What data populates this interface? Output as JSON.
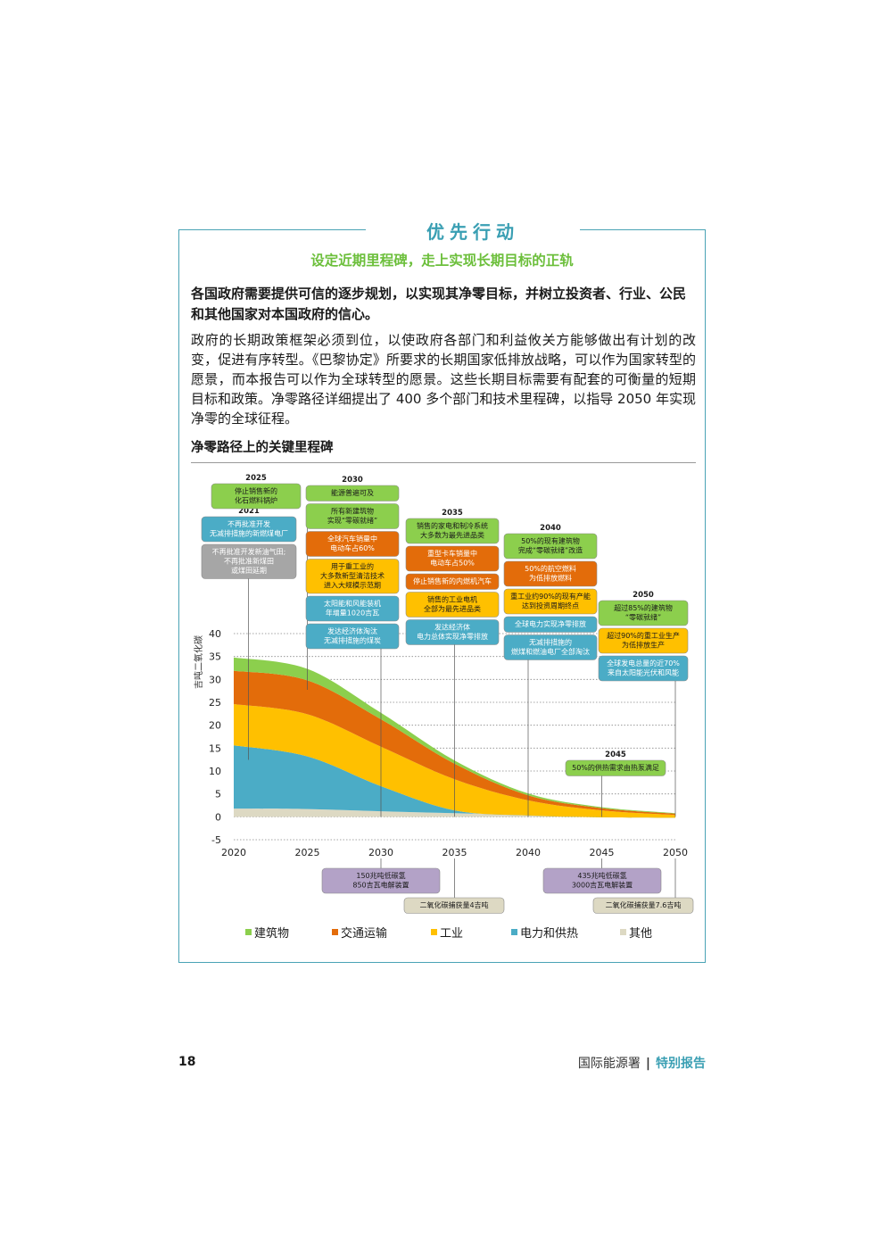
{
  "header": {
    "title": "优先行动",
    "subtitle": "设定近期里程碑，走上实现长期目标的正轨"
  },
  "lead": "各国政府需要提供可信的逐步规划，以实现其净零目标，并树立投资者、行业、公民和其他国家对本国政府的信心。",
  "body": "政府的长期政策框架必须到位，以使政府各部门和利益攸关方能够做出有计划的改变，促进有序转型。《巴黎协定》所要求的长期国家低排放战略，可以作为国家转型的愿景，而本报告可以作为全球转型的愿景。这些长期目标需要有配套的可衡量的短期目标和政策。净零路径详细提出了 400 多个部门和技术里程碑，以指导 2050 年实现净零的全球征程。",
  "chart_title": "净零路径上的关键里程碑",
  "colors": {
    "buildings": "#8ccf4d",
    "transport": "#e36c0a",
    "industry": "#ffc000",
    "power": "#4bacc6",
    "other": "#ddd9c3",
    "grey": "#a6a6a6",
    "purple": "#b3a2c7",
    "tan": "#ddd9c3",
    "accent": "#3a9fb3"
  },
  "chart_data": {
    "type": "area",
    "ylabel": "吉吨二氧化碳",
    "ylim": [
      -5,
      40
    ],
    "yticks": [
      "-5",
      "0",
      "5",
      "10",
      "15",
      "20",
      "25",
      "30",
      "35",
      "40"
    ],
    "xticks": [
      "2020",
      "2025",
      "2030",
      "2035",
      "2040",
      "2045",
      "2050"
    ],
    "x": [
      2020,
      2025,
      2030,
      2035,
      2040,
      2045,
      2050
    ],
    "series": [
      {
        "name": "其他",
        "key": "other",
        "values": [
          1.8,
          1.7,
          1.2,
          0.8,
          0.5,
          0.3,
          0.2
        ]
      },
      {
        "name": "电力和供热",
        "key": "power",
        "values": [
          13.8,
          11.5,
          5.5,
          0.6,
          -0.2,
          -0.4,
          -0.4
        ]
      },
      {
        "name": "工业",
        "key": "industry",
        "values": [
          9.0,
          9.2,
          8.6,
          6.8,
          3.3,
          1.5,
          0.6
        ]
      },
      {
        "name": "交通运输",
        "key": "transport",
        "values": [
          7.3,
          7.4,
          6.0,
          3.4,
          1.1,
          0.5,
          0.3
        ]
      },
      {
        "name": "建筑物",
        "key": "buildings",
        "values": [
          2.9,
          2.5,
          1.4,
          0.7,
          0.4,
          0.2,
          0.1
        ]
      }
    ],
    "milestones_top": [
      {
        "year": "2021",
        "items": [
          {
            "text": [
              "不再批准开发",
              "无减排措施的新燃煤电厂"
            ],
            "color": "power"
          },
          {
            "text": [
              "不再批准开发新油气田;",
              "不再批准新煤田",
              "或煤田延期"
            ],
            "color": "grey"
          }
        ]
      },
      {
        "year": "2025",
        "items": [
          {
            "text": [
              "停止销售新的",
              "化石燃料锅炉"
            ],
            "color": "buildings"
          }
        ]
      },
      {
        "year": "2030",
        "items": [
          {
            "text": [
              "能源普遍可及"
            ],
            "color": "buildings"
          },
          {
            "text": [
              "所有新建筑物",
              "实现“零碳就绪”"
            ],
            "color": "buildings"
          },
          {
            "text": [
              "全球汽车销量中",
              "电动车占60%"
            ],
            "color": "transport"
          },
          {
            "text": [
              "用于重工业的",
              "大多数新型清洁技术",
              "进入大规模示范期"
            ],
            "color": "industry"
          },
          {
            "text": [
              "太阳能和风能装机",
              "年增量1020吉瓦"
            ],
            "color": "power"
          },
          {
            "text": [
              "发达经济体淘汰",
              "无减排措施的煤炭"
            ],
            "color": "power"
          }
        ]
      },
      {
        "year": "2035",
        "items": [
          {
            "text": [
              "销售的家电和制冷系统",
              "大多数为最先进品类"
            ],
            "color": "buildings"
          },
          {
            "text": [
              "重型卡车销量中",
              "电动车占50%"
            ],
            "color": "transport"
          },
          {
            "text": [
              "停止销售新的内燃机汽车"
            ],
            "color": "transport"
          },
          {
            "text": [
              "销售的工业电机",
              "全部为最先进品类"
            ],
            "color": "industry"
          },
          {
            "text": [
              "发达经济体",
              "电力总体实现净零排放"
            ],
            "color": "power"
          }
        ]
      },
      {
        "year": "2040",
        "items": [
          {
            "text": [
              "50%的现有建筑物",
              "完成“零碳就绪”改造"
            ],
            "color": "buildings"
          },
          {
            "text": [
              "50%的航空燃料",
              "为低排放燃料"
            ],
            "color": "transport"
          },
          {
            "text": [
              "重工业约90%的现有产能",
              "达到投资周期终点"
            ],
            "color": "industry"
          },
          {
            "text": [
              "全球电力实现净零排放"
            ],
            "color": "power"
          },
          {
            "text": [
              "无减排措施的",
              "燃煤和燃油电厂全部淘汰"
            ],
            "color": "power"
          }
        ]
      },
      {
        "year": "2045",
        "items": [
          {
            "text": [
              "50%的供热需求由热泵满足"
            ],
            "color": "buildings"
          }
        ]
      },
      {
        "year": "2050",
        "items": [
          {
            "text": [
              "超过85%的建筑物",
              "“零碳就绪”"
            ],
            "color": "buildings"
          },
          {
            "text": [
              "超过90%的重工业生产",
              "为低排放生产"
            ],
            "color": "industry"
          },
          {
            "text": [
              "全球发电总量的近70%",
              "来自太阳能光伏和风能"
            ],
            "color": "power"
          }
        ]
      }
    ],
    "milestones_bottom": [
      {
        "year": "2030",
        "text": [
          "150兆吨低碳氢",
          "850吉瓦电解装置"
        ],
        "color": "purple"
      },
      {
        "year": "2035",
        "text": [
          "二氧化碳捕获量4吉吨"
        ],
        "color": "tan"
      },
      {
        "year": "2045",
        "text": [
          "435兆吨低碳氢",
          "3000吉瓦电解装置"
        ],
        "color": "purple"
      },
      {
        "year": "2050",
        "text": [
          "二氧化碳捕获量7.6吉吨"
        ],
        "color": "tan"
      }
    ],
    "legend": [
      "建筑物",
      "交通运输",
      "工业",
      "电力和供热",
      "其他"
    ]
  },
  "footer": {
    "page_number": "18",
    "publisher": "国际能源署",
    "separator": "|",
    "report_type": "特别报告"
  }
}
